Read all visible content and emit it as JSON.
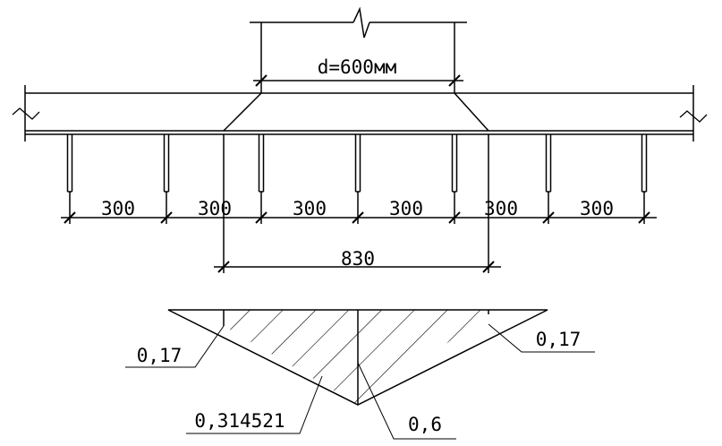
{
  "column": {
    "width_label": "d=600мм"
  },
  "dimensions": {
    "spacings": [
      "300",
      "300",
      "300",
      "300",
      "300",
      "300"
    ],
    "punching_width": "830"
  },
  "diagram": {
    "value_left": "0,17",
    "value_right": "0,17",
    "value_mid": "0,314521",
    "value_peak": "0,6"
  }
}
